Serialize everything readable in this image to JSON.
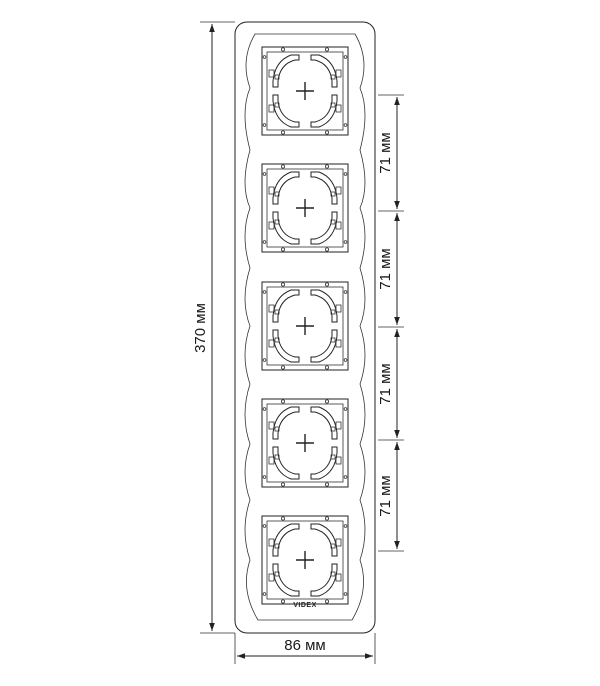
{
  "frame": {
    "brand": "VIDEX",
    "module_count": 5
  },
  "dimensions": {
    "height_label": "370 мм",
    "width_label": "86 мм",
    "pitch_labels": [
      "71 мм",
      "71 мм",
      "71 мм",
      "71 мм"
    ]
  }
}
